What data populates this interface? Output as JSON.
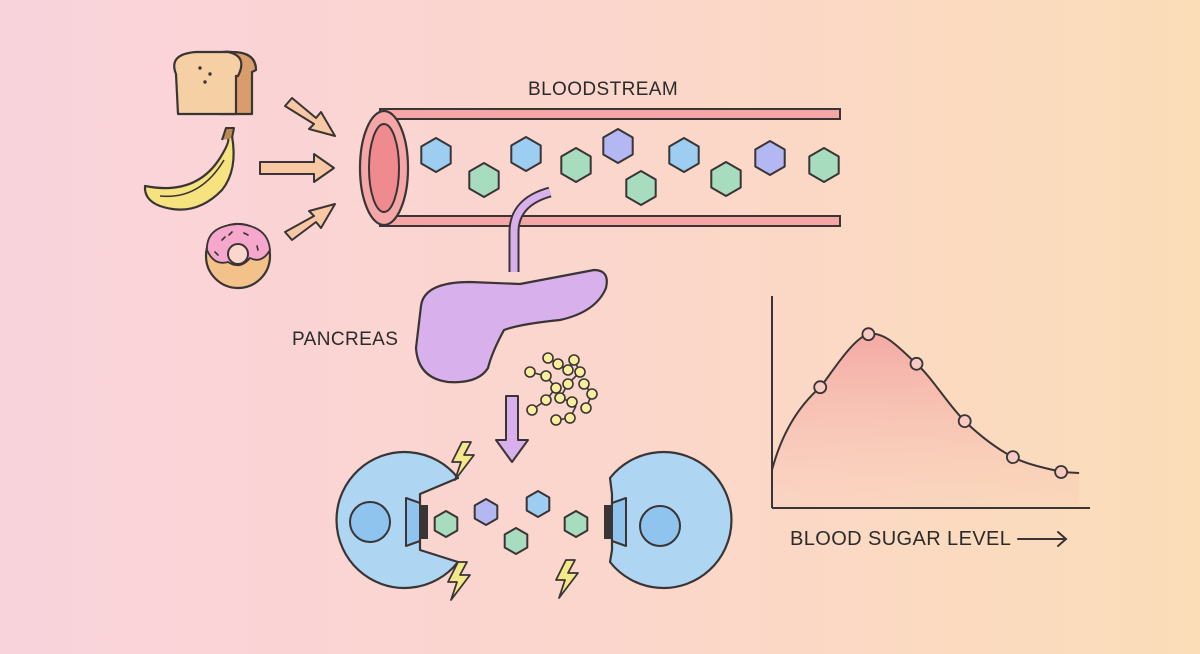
{
  "labels": {
    "bloodstream": "BLOODSTREAM",
    "pancreas": "PANCREAS",
    "blood_sugar_level": "BLOOD SUGAR LEVEL"
  },
  "icons": [
    "bread-icon",
    "banana-icon",
    "donut-icon",
    "arrow-icon",
    "lightning-icon",
    "glucose-hexagon-icon",
    "cell-icon"
  ],
  "colors": {
    "outline": "#3a3434",
    "vessel": "#f5a7a7",
    "vessel_inner": "#ef8a8e",
    "pancreas": "#d8b1ec",
    "cell": "#aed6f3",
    "cell_nucleus": "#8ec4ee",
    "hex_blue": "#9dcdf0",
    "hex_green": "#a8dcbf",
    "hex_purple": "#b3b7f2",
    "insulin": "#f8ee9c",
    "lightning": "#f3e98a",
    "arrow": "#f8c7a3",
    "curve_fill": "#f4a9a6"
  },
  "chart_data": {
    "type": "line",
    "title": "",
    "xlabel": "BLOOD SUGAR LEVEL",
    "ylabel": "",
    "x": [
      1,
      2,
      3,
      4,
      5,
      6
    ],
    "values": [
      0.57,
      0.82,
      0.68,
      0.41,
      0.24,
      0.17
    ],
    "xlim": [
      0,
      6.6
    ],
    "ylim": [
      0,
      1
    ],
    "grid": false,
    "legend": "none"
  }
}
